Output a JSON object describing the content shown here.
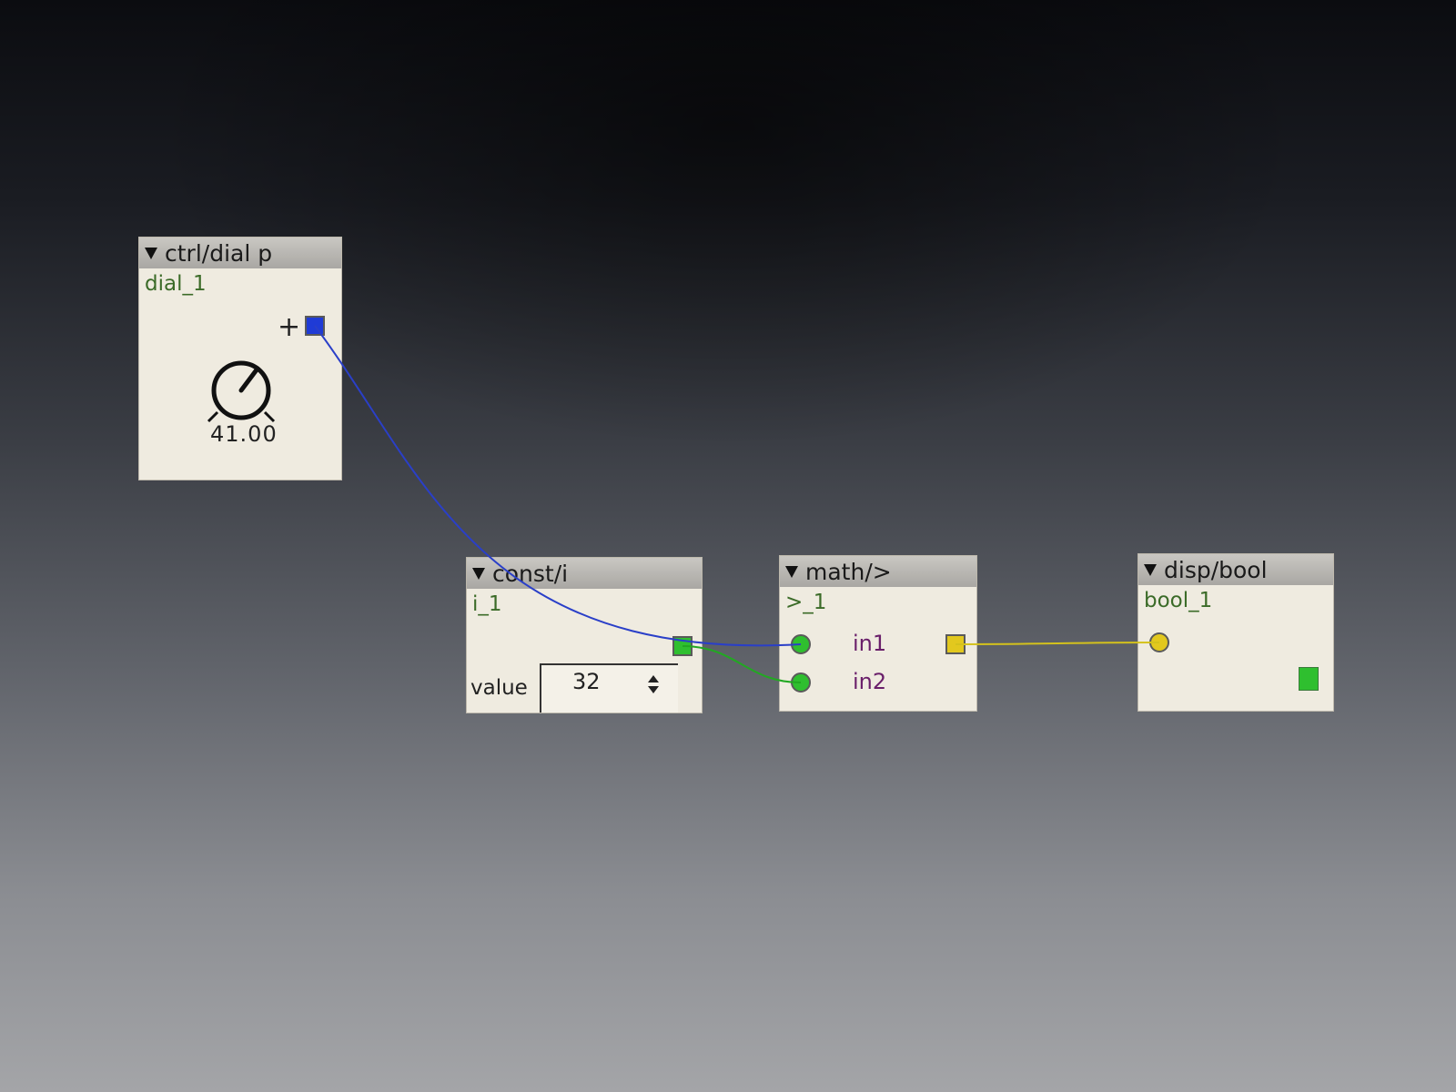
{
  "colors": {
    "frac_wire": "#2a3fc8",
    "int_wire": "#22a822",
    "bool_wire": "#d4c21c",
    "frac_port": "#1f3bd6",
    "int_port": "#2fbf2f",
    "bool_port": "#e2c81e",
    "inlet_label": "#6a1f6a",
    "instance_name": "#3b6b28"
  },
  "objects": {
    "dial": {
      "type": "ctrl/dial p",
      "instance": "dial_1",
      "outlet_plus": "+",
      "readout": "41.00"
    },
    "const": {
      "type": "const/i",
      "instance": "i_1",
      "value_label": "value",
      "value": "32"
    },
    "math": {
      "type": "math/>",
      "instance": ">_1",
      "inlets": [
        "in1",
        "in2"
      ]
    },
    "disp": {
      "type": "disp/bool",
      "instance": "bool_1",
      "state": true
    }
  },
  "connections": [
    {
      "from": "dial_1.out",
      "to": ">_1.in1",
      "kind": "frac"
    },
    {
      "from": "i_1.out",
      "to": ">_1.in2",
      "kind": "int"
    },
    {
      "from": ">_1.out",
      "to": "bool_1.in",
      "kind": "bool"
    }
  ]
}
